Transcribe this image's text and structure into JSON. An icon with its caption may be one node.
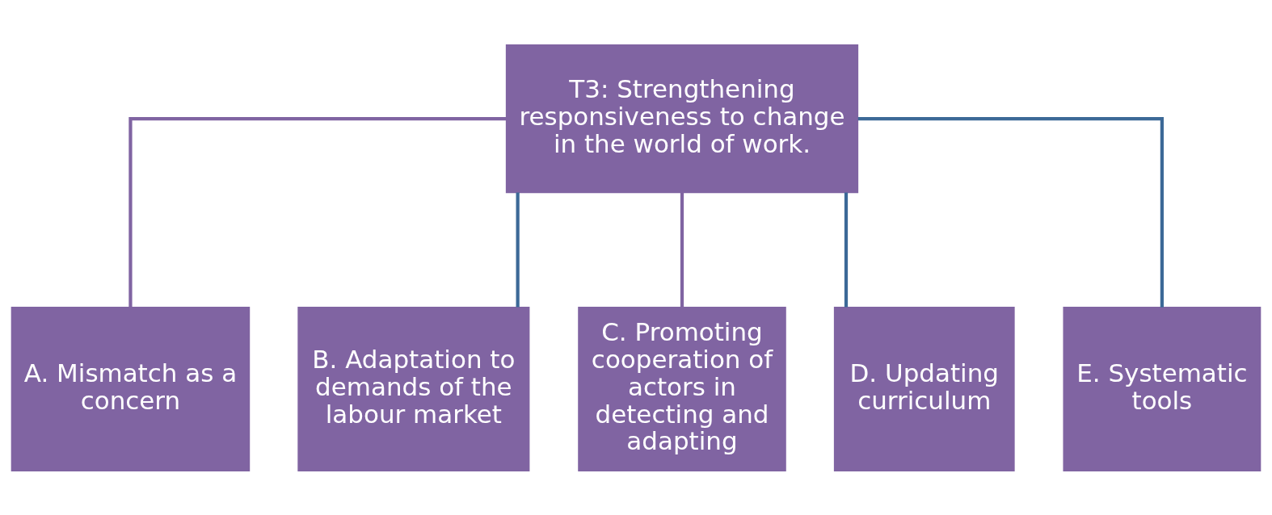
{
  "diagram": {
    "nodes": [
      {
        "text": [
          "T3: Strengthening responsiveness to change in the world of work."
        ]
      },
      {
        "text": [
          "A. Mismatch as a concern"
        ]
      },
      {
        "text": [
          "B. Adaptation to demands of the labour market"
        ]
      },
      {
        "text": [
          "C. Promoting cooperation of actors in detecting and adapting"
        ]
      },
      {
        "text": [
          "D. Updating curriculum"
        ]
      },
      {
        "text": [
          "E. Systematic tools"
        ]
      }
    ],
    "edges": [
      {
        "from": 0,
        "to": 1,
        "arrow": "none",
        "color": "#8064a2"
      },
      {
        "from": 0,
        "to": 2,
        "arrow": "none"
      },
      {
        "from": 0,
        "to": 3,
        "arrow": "none",
        "color": "#8064a2"
      },
      {
        "from": 0,
        "to": 4,
        "arrow": "none"
      },
      {
        "from": 0,
        "to": 5,
        "arrow": "none"
      }
    ]
  }
}
